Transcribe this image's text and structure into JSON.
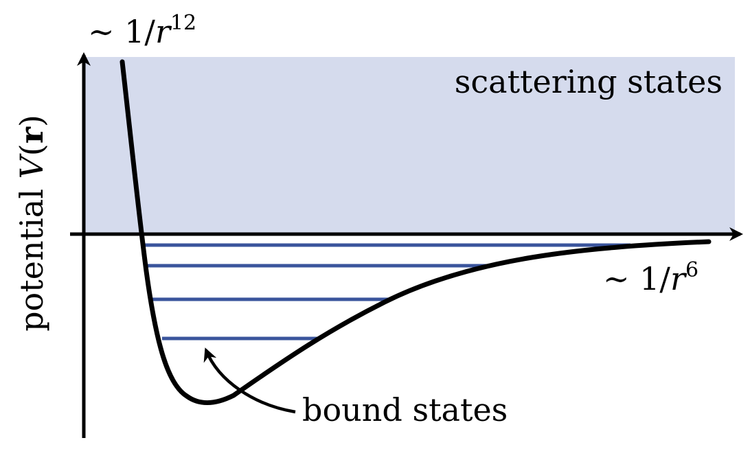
{
  "diagram": {
    "region_label": "scattering states",
    "y_axis": {
      "prefix": "potential ",
      "symbol": "V",
      "paren_open": "(",
      "arg": "r",
      "paren_close": ")"
    },
    "repulsive_label": {
      "tilde": "∼ 1/",
      "var": "r",
      "exponent": "12"
    },
    "attractive_label": {
      "tilde": "∼ 1/",
      "var": "r",
      "exponent": "6"
    },
    "bound_label": "bound states",
    "bound_state_count": 4,
    "colors": {
      "scattering_fill": "#d5dbed",
      "bound_state_line": "#3a549c",
      "curve": "#000000",
      "axes": "#000000"
    }
  }
}
